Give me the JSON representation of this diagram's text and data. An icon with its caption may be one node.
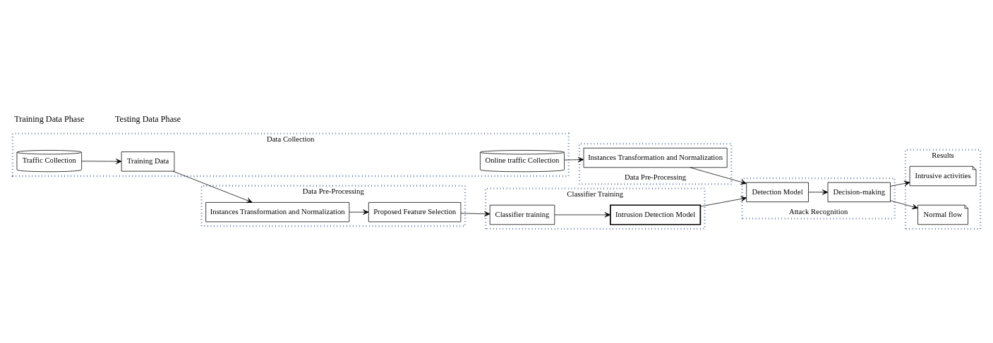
{
  "diagram": {
    "nodes": [
      {
        "text": [
          "Data Collection"
        ]
      },
      {
        "text": [
          "Traffic Collection"
        ],
        "in": 0
      },
      {
        "text": [
          "Training Data"
        ],
        "in": 0
      },
      {
        "text": [
          "Online traffic Collection"
        ],
        "in": 0
      },
      {
        "text": [
          "Data Pre-Processing"
        ]
      },
      {
        "text": [
          "Instances Transformation and Normalization"
        ],
        "in": 4
      },
      {
        "text": [
          "Proposed Feature Selection"
        ],
        "in": 4
      },
      {
        "text": [
          "Classifier Training"
        ]
      },
      {
        "text": [
          "Classifier training"
        ],
        "in": 7
      },
      {
        "text": [
          "Intrusion Detection Model"
        ],
        "in": 7
      },
      {
        "text": [
          "Results"
        ]
      },
      {
        "text": [
          "Intrusive activities"
        ],
        "in": 10
      },
      {
        "text": [
          "Normal flow"
        ],
        "in": 10
      },
      {
        "text": [
          "Data Pre-Processing"
        ]
      },
      {
        "text": [
          "Instances Transformation and Normalization"
        ],
        "in": 13
      },
      {
        "text": [
          "Attack Recognition"
        ]
      },
      {
        "text": [
          "Detection Model"
        ],
        "in": 15
      },
      {
        "text": [
          "Decision-making"
        ],
        "in": 15
      }
    ],
    "edges": [
      {
        "from": 1,
        "to": 2,
        "arrow": "to"
      },
      {
        "from": 2,
        "to": 5,
        "arrow": "to"
      },
      {
        "from": 5,
        "to": 6,
        "arrow": "to"
      },
      {
        "from": 6,
        "to": 8,
        "arrow": "to"
      },
      {
        "from": 8,
        "to": 9,
        "arrow": "to"
      },
      {
        "from": 9,
        "to": 16,
        "arrow": "to"
      },
      {
        "from": 3,
        "to": 14,
        "arrow": "to"
      },
      {
        "from": 14,
        "to": 16,
        "arrow": "to"
      },
      {
        "from": 16,
        "to": 17,
        "arrow": "to"
      },
      {
        "from": 17,
        "to": 11,
        "arrow": "to"
      },
      {
        "from": 17,
        "to": 12,
        "arrow": "to"
      }
    ],
    "labels": [
      "Training Data Phase",
      "Testing Data Phase"
    ]
  }
}
